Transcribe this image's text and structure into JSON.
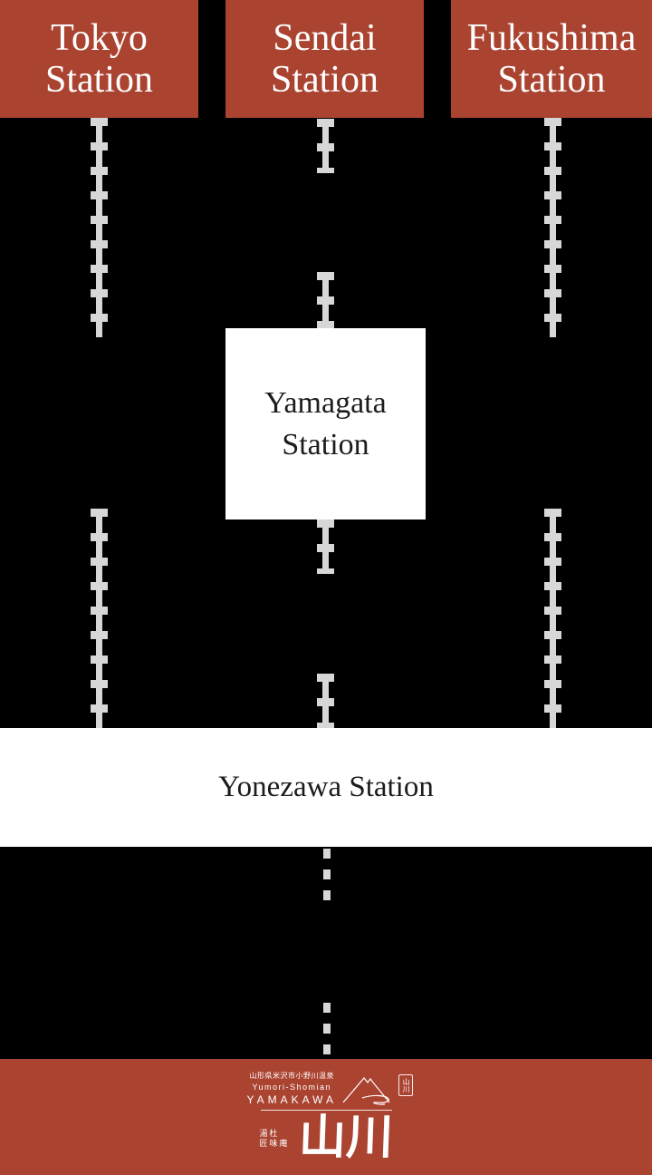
{
  "colors": {
    "accent_red": "#aa4330",
    "rail_gray": "#d7d7d7",
    "background": "#000000",
    "panel_white": "#ffffff",
    "text_dark": "#1c1c1c",
    "text_light": "#ffffff"
  },
  "stations": {
    "tokyo": {
      "line1": "Tokyo",
      "line2": "Station"
    },
    "sendai": {
      "line1": "Sendai",
      "line2": "Station"
    },
    "fukushima": {
      "line1": "Fukushima",
      "line2": "Station"
    },
    "yamagata": {
      "line1": "Yamagata",
      "line2": "Station"
    },
    "yonezawa": {
      "label": "Yonezawa Station"
    }
  },
  "footer": {
    "address_jp": "山形県米沢市小野川温泉",
    "name_romaji": "Yumori-Shomian",
    "name_en": "YAMAKAWA",
    "seal_jp": "山川",
    "prefix_line1": "湯杜",
    "prefix_line2": "匠味庵",
    "name_kanji": "山川"
  }
}
